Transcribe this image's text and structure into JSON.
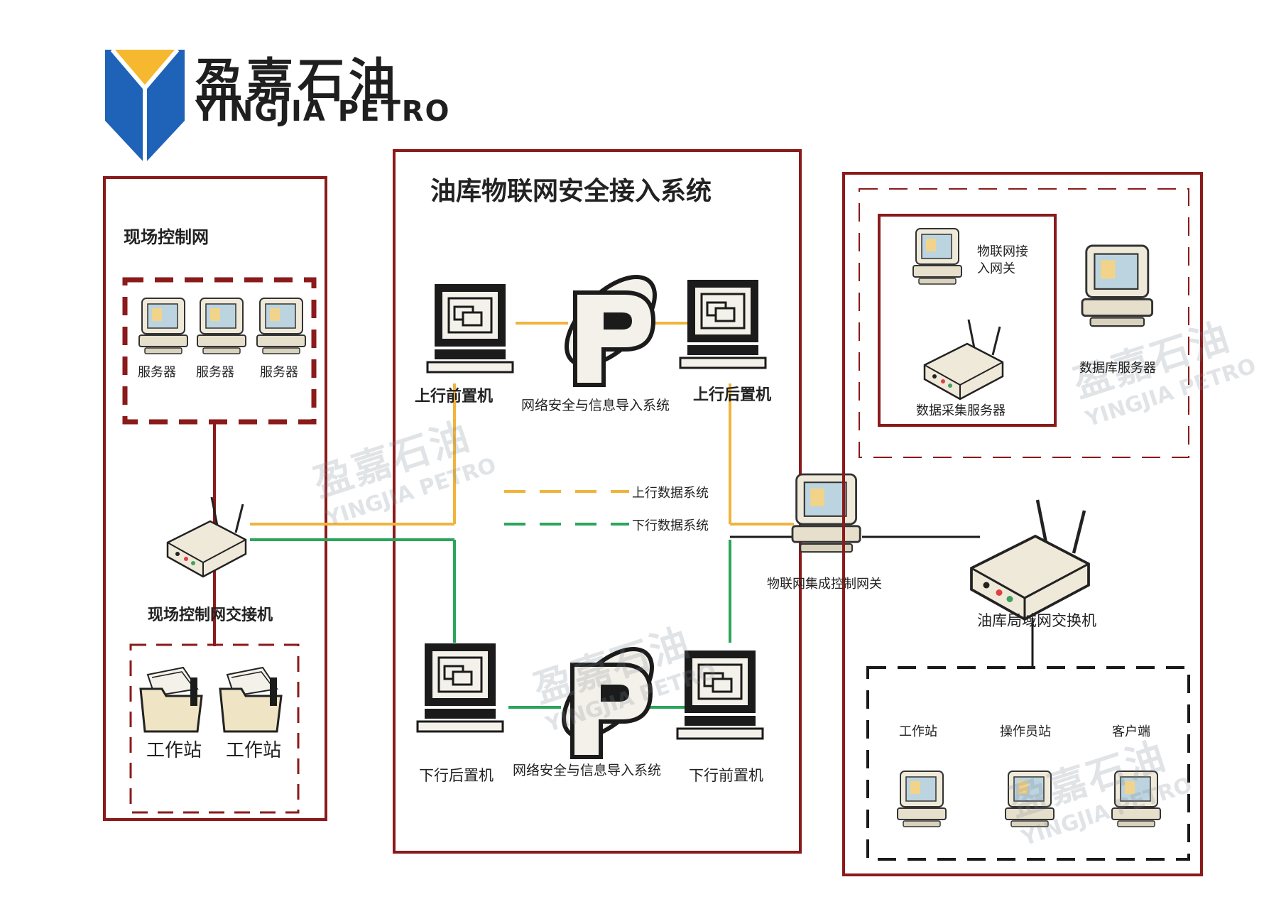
{
  "logo": {
    "cn": "盈嘉石油",
    "en": "YINGJIA PETRO"
  },
  "watermark": {
    "cn": "盈嘉石油",
    "en": "YINGJIA PETRO"
  },
  "left": {
    "title": "现场控制网",
    "servers": [
      "服务器",
      "服务器",
      "服务器"
    ],
    "switch": "现场控制网交接机",
    "workstations": [
      "工作站",
      "工作站"
    ]
  },
  "center": {
    "title": "油库物联网安全接入系统",
    "up_front": "上行前置机",
    "up_security": "网络安全与信息导入系统",
    "up_back": "上行后置机",
    "legend_up": "上行数据系统",
    "legend_down": "下行数据系统",
    "down_back": "下行后置机",
    "down_security": "网络安全与信息导入系统",
    "down_front": "下行前置机"
  },
  "gateway": {
    "label": "物联网集成控制网关"
  },
  "right": {
    "iot_gateway": "物联网接\n入网关",
    "iot_gateway_l1": "物联网接",
    "iot_gateway_l2": "入网关",
    "db_server": "数据库服务器",
    "collect_server": "数据采集服务器",
    "lan_switch": "油库局域网交换机",
    "clients": [
      "工作站",
      "操作员站",
      "客户端"
    ]
  },
  "colors": {
    "box_border": "#8b1a1a",
    "up_line": "#f0b43c",
    "down_line": "#2aa55a",
    "black_line": "#1a1a1a",
    "logo_blue": "#1f63b8",
    "logo_gold": "#f5b82e"
  }
}
